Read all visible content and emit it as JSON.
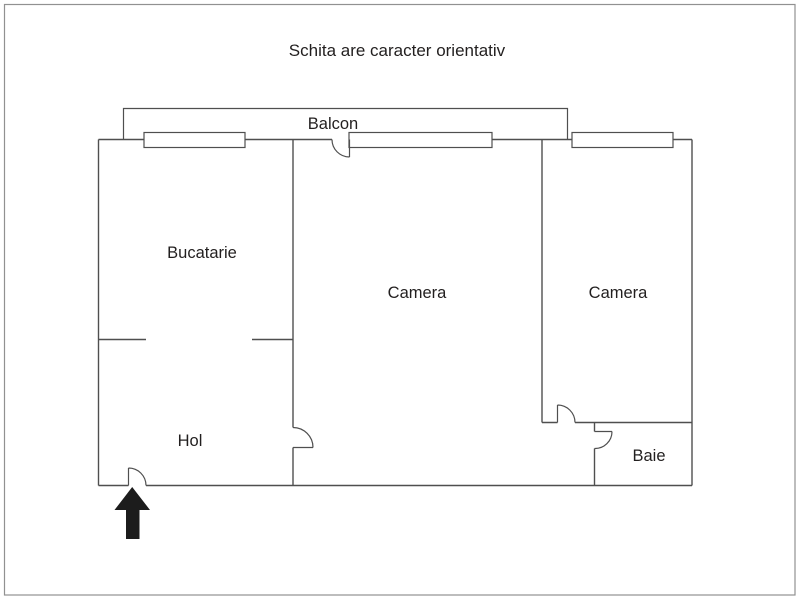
{
  "title": "Schita are caracter orientativ",
  "plan": {
    "balcony": {
      "label": "Balcon"
    },
    "rooms": [
      {
        "id": "bucatarie",
        "label": "Bucatarie"
      },
      {
        "id": "camera-1",
        "label": "Camera"
      },
      {
        "id": "camera-2",
        "label": "Camera"
      },
      {
        "id": "hol",
        "label": "Hol"
      },
      {
        "id": "baie",
        "label": "Baie"
      }
    ],
    "entrance_marker": "up-arrow"
  },
  "colors": {
    "wall": "#4f4f4f",
    "text": "#221f1f",
    "frame": "#919191",
    "arrow": "#1c1c1c",
    "background": "#ffffff"
  }
}
